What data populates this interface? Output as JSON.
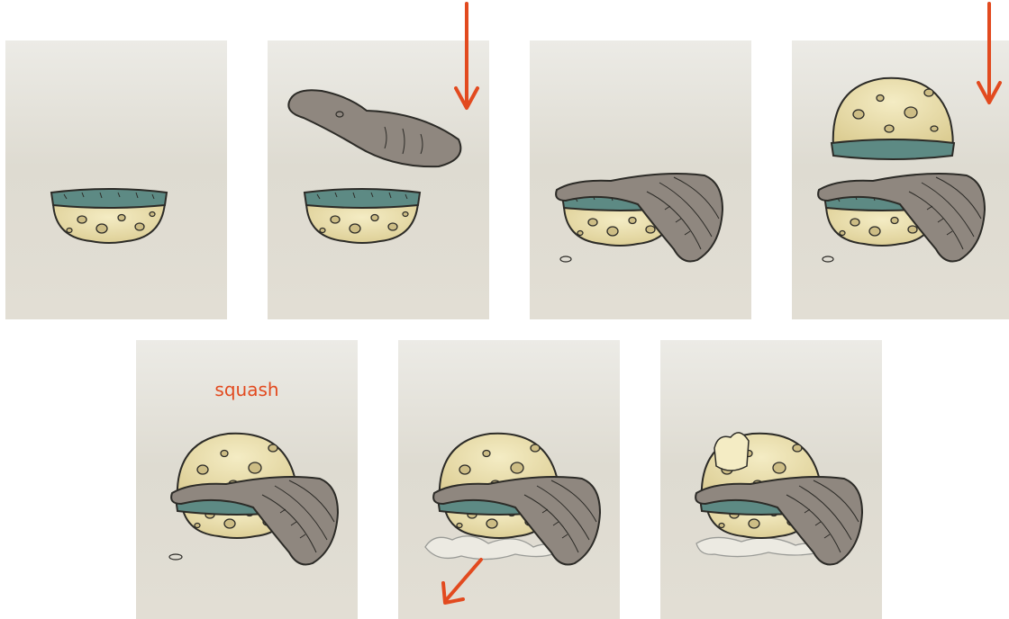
{
  "panels": [
    {
      "id": 1,
      "caption": ""
    },
    {
      "id": 2,
      "caption": ""
    },
    {
      "id": 3,
      "caption": ""
    },
    {
      "id": 4,
      "caption": ""
    },
    {
      "id": 5,
      "caption": "squash"
    },
    {
      "id": 6,
      "caption": ""
    },
    {
      "id": 7,
      "caption": ""
    }
  ],
  "colors": {
    "arrow": "#e24a1f",
    "sponge": "#ede0ae",
    "scrub_pad": "#5d8a84",
    "foot": "#8f877f",
    "outline": "#2c2b27"
  }
}
